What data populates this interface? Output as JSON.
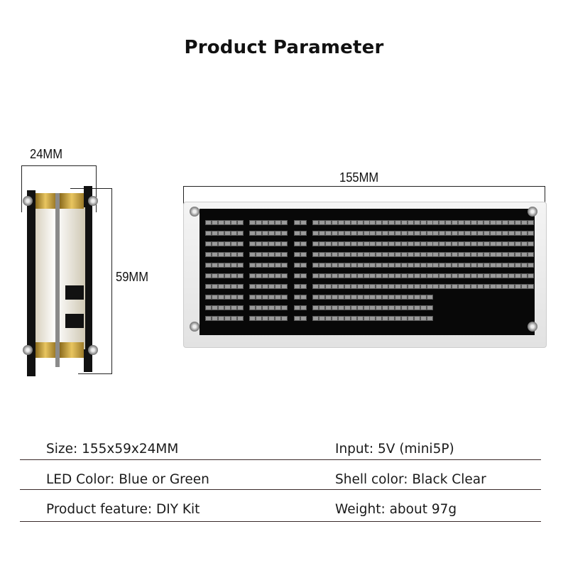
{
  "title": "Product Parameter",
  "dimensions": {
    "depth": "24MM",
    "height": "59MM",
    "width": "155MM"
  },
  "specs": [
    {
      "left": "Size: 155x59x24MM",
      "right": "Input: 5V (mini5P)"
    },
    {
      "left": "LED Color: Blue or Green",
      "right": "Shell color: Black Clear"
    },
    {
      "left": "Product feature: DIY Kit",
      "right": "Weight: about 97g"
    }
  ]
}
